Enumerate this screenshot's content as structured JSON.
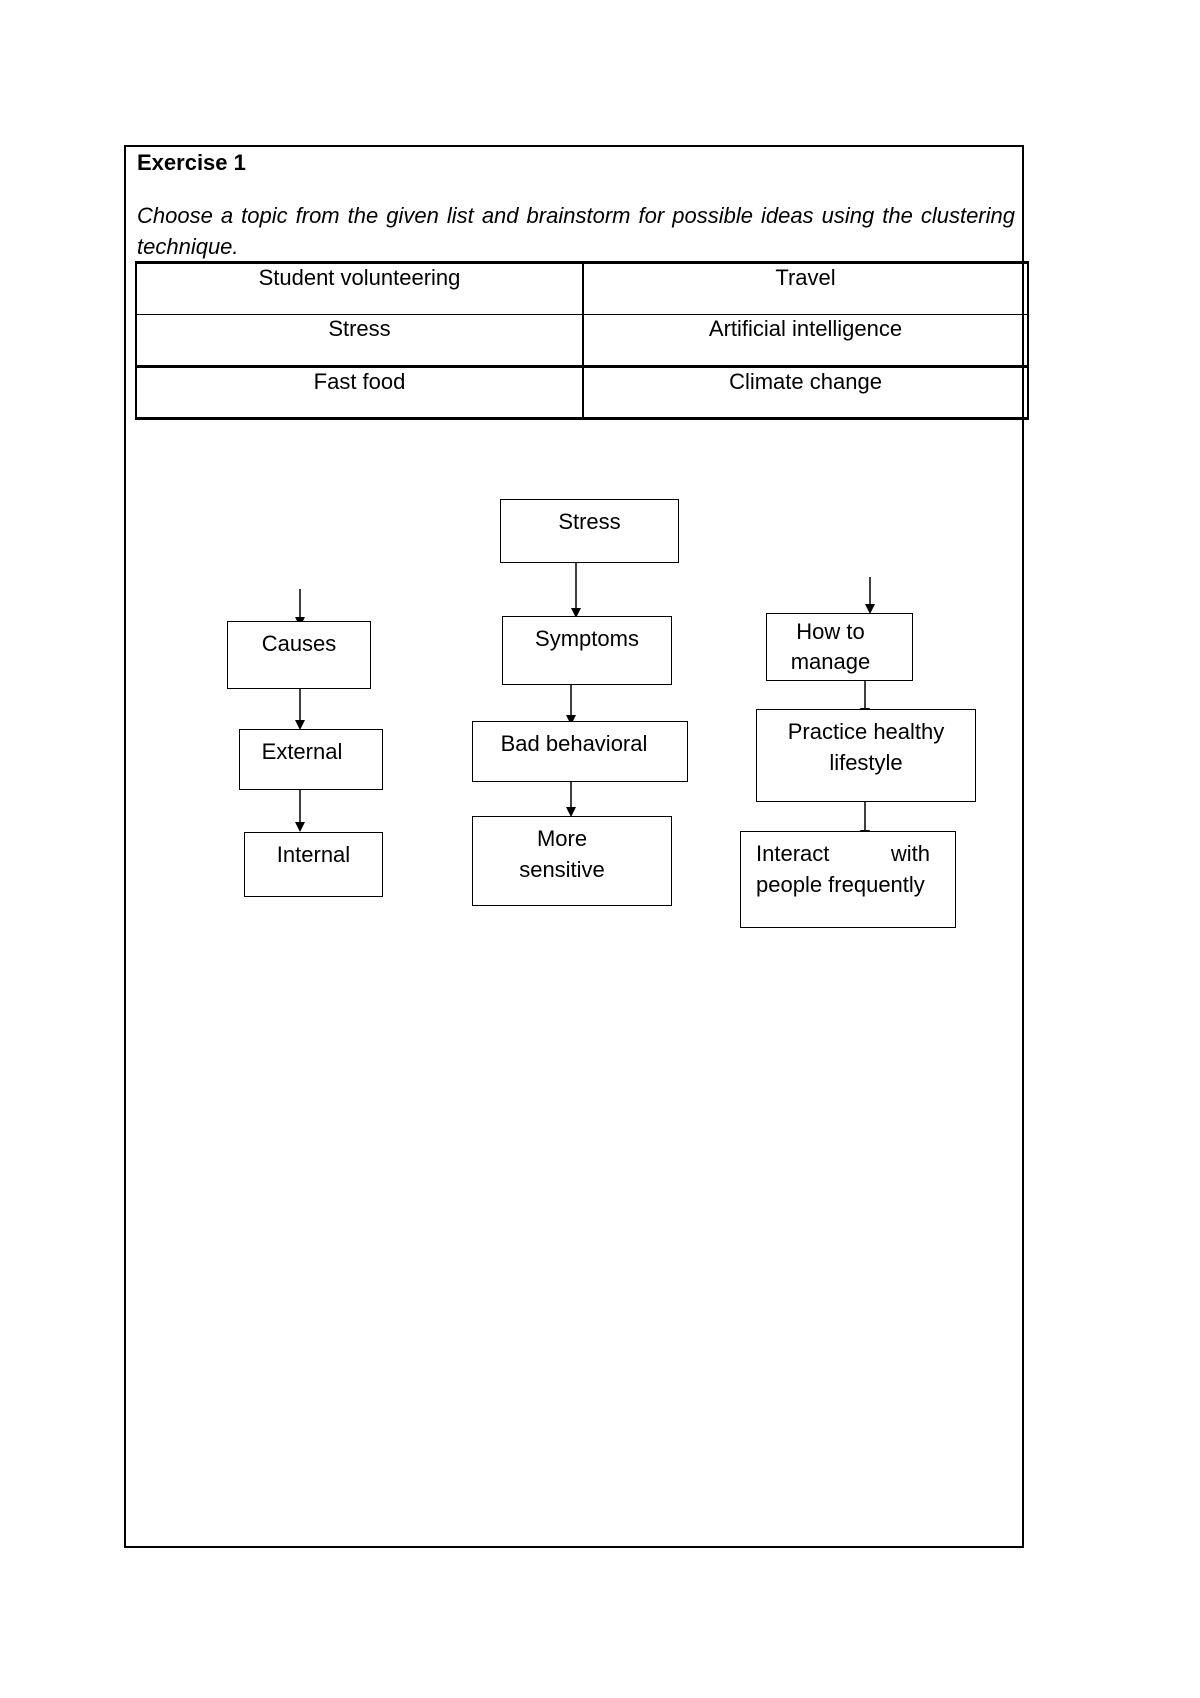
{
  "exercise": {
    "title": "Exercise 1",
    "instruction": "Choose a topic from the given list and brainstorm for possible ideas using the clustering technique."
  },
  "topics": [
    [
      "Student volunteering",
      "Travel"
    ],
    [
      "Stress",
      "Artificial intelligence"
    ],
    [
      "Fast food",
      "Climate change"
    ]
  ],
  "cluster": {
    "central": "Stress",
    "causes": {
      "label": "Causes",
      "items": [
        "External",
        "Internal"
      ]
    },
    "symptoms": {
      "label": "Symptoms",
      "items": [
        "Bad behavioral",
        "More sensitive"
      ]
    },
    "manage": {
      "label": "How to manage",
      "items": [
        "Practice healthy lifestyle",
        "Interact with people frequently"
      ]
    }
  }
}
